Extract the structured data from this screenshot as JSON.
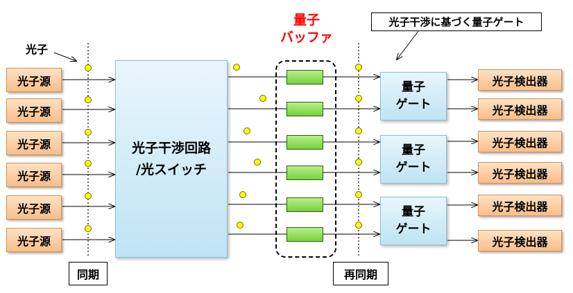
{
  "photon_label": "光子",
  "sources": [
    "光子源",
    "光子源",
    "光子源",
    "光子源",
    "光子源",
    "光子源"
  ],
  "center_box": {
    "line1": "光子干渉回路",
    "line2": "/光スイッチ"
  },
  "buffer_title": {
    "line1": "量子",
    "line2": "バッファ"
  },
  "gate_callout": "光子干渉に基づく量子ゲート",
  "gates": [
    {
      "line1": "量子",
      "line2": "ゲート"
    },
    {
      "line1": "量子",
      "line2": "ゲート"
    },
    {
      "line1": "量子",
      "line2": "ゲート"
    }
  ],
  "detectors": [
    "光子検出器",
    "光子検出器",
    "光子検出器",
    "光子検出器",
    "光子検出器",
    "光子検出器"
  ],
  "sync_label": "同期",
  "resync_label": "再同期",
  "colors": {
    "photon": "#ffff00",
    "buffer_fill": "#8ee04f",
    "source_fill": "#f9c896",
    "box_fill": "#c8e8f6",
    "title_red": "#ff0000"
  }
}
